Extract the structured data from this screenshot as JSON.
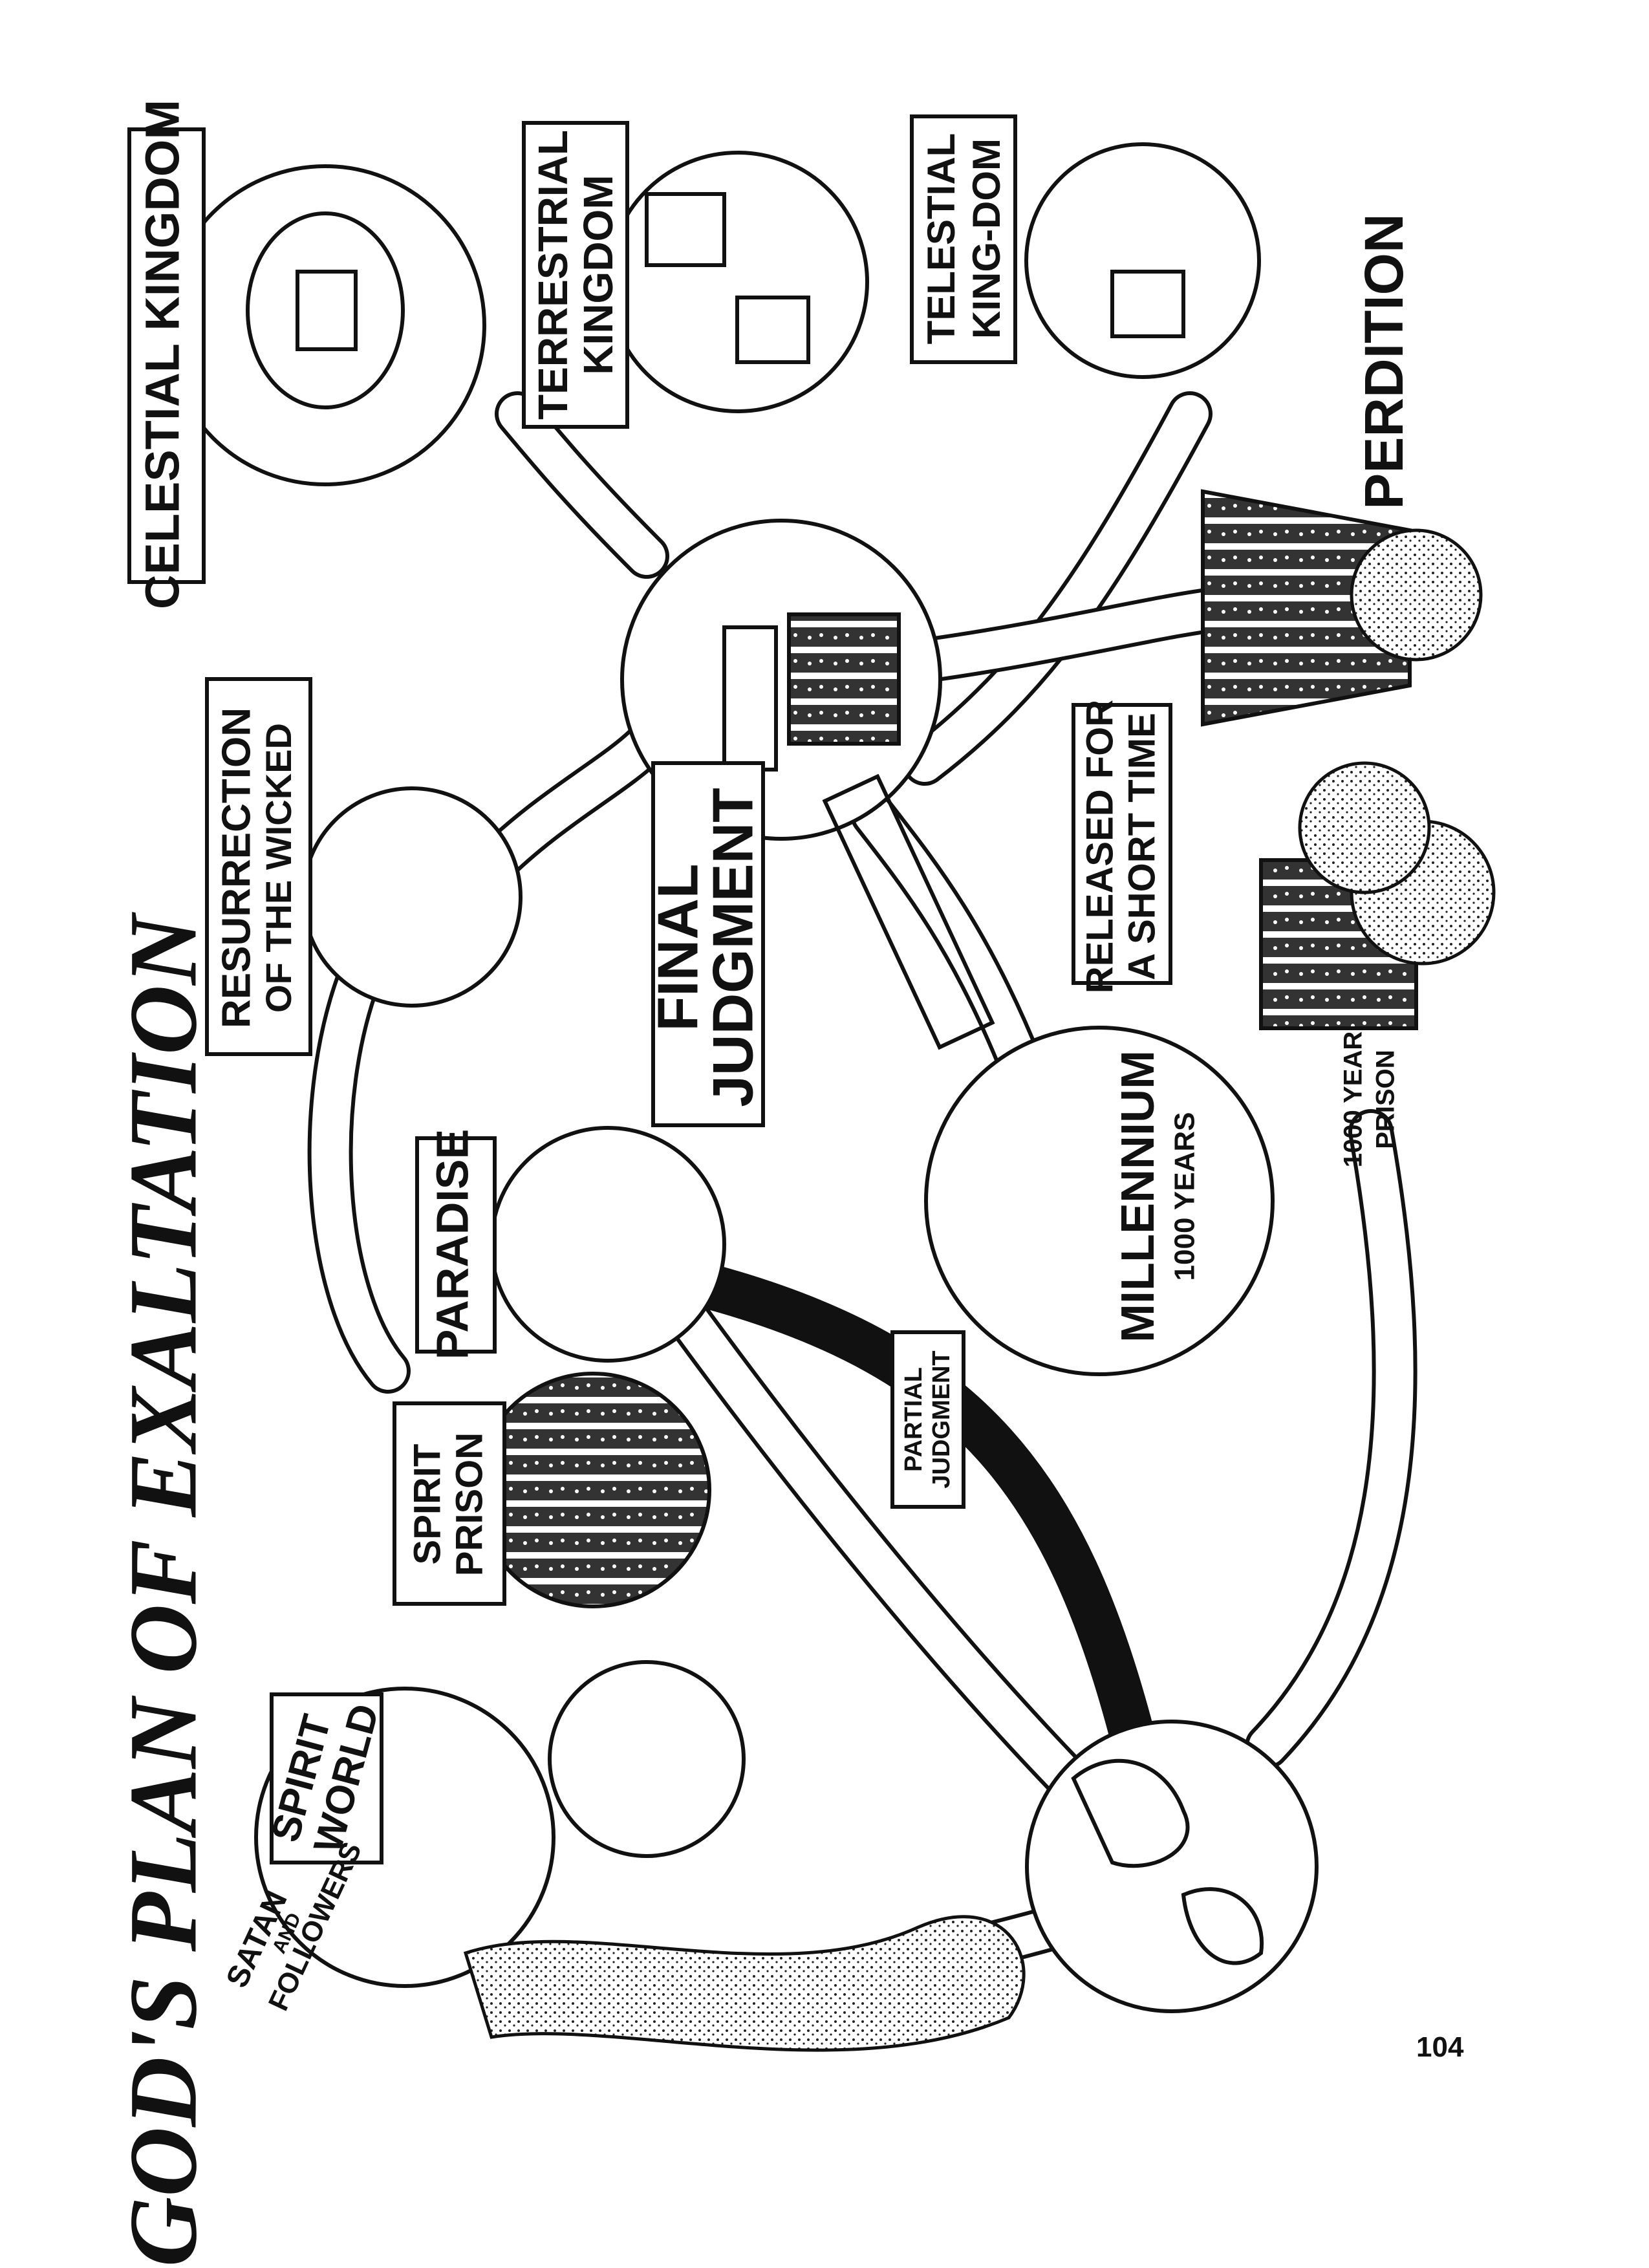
{
  "page": {
    "title": "GOD'S PLAN OF EXALTATION",
    "page_number": "104"
  },
  "labels": {
    "celestial": "CELESTIAL KINGDOM",
    "terrestrial_1": "TERRESTRIAL",
    "terrestrial_2": "KINGDOM",
    "telestial_1": "TELESTIAL",
    "telestial_2": "KING-DOM",
    "perdition": "PERDITION",
    "resurrection_1": "RESURRECTION",
    "resurrection_2": "OF THE WICKED",
    "final_judgment_1": "FINAL",
    "final_judgment_2": "JUDGMENT",
    "released_1": "RELEASED FOR",
    "released_2": "A SHORT TIME",
    "prison_1000_1": "1000 YEAR",
    "prison_1000_2": "PRISON",
    "millennium_1": "MILLENNIUM",
    "millennium_2": "1000 YEARS",
    "paradise": "PARADISE",
    "spirit_prison_1": "SPIRIT",
    "spirit_prison_2": "PRISON",
    "partial_judgment_1": "PARTIAL",
    "partial_judgment_2": "JUDGMENT",
    "spirit_world_1": "SPIRIT",
    "spirit_world_2": "WORLD",
    "satan_1": "SATAN",
    "satan_2": "AND",
    "satan_3": "FOLLOWERS"
  },
  "style": {
    "ink": "#111111",
    "paper": "#ffffff"
  }
}
